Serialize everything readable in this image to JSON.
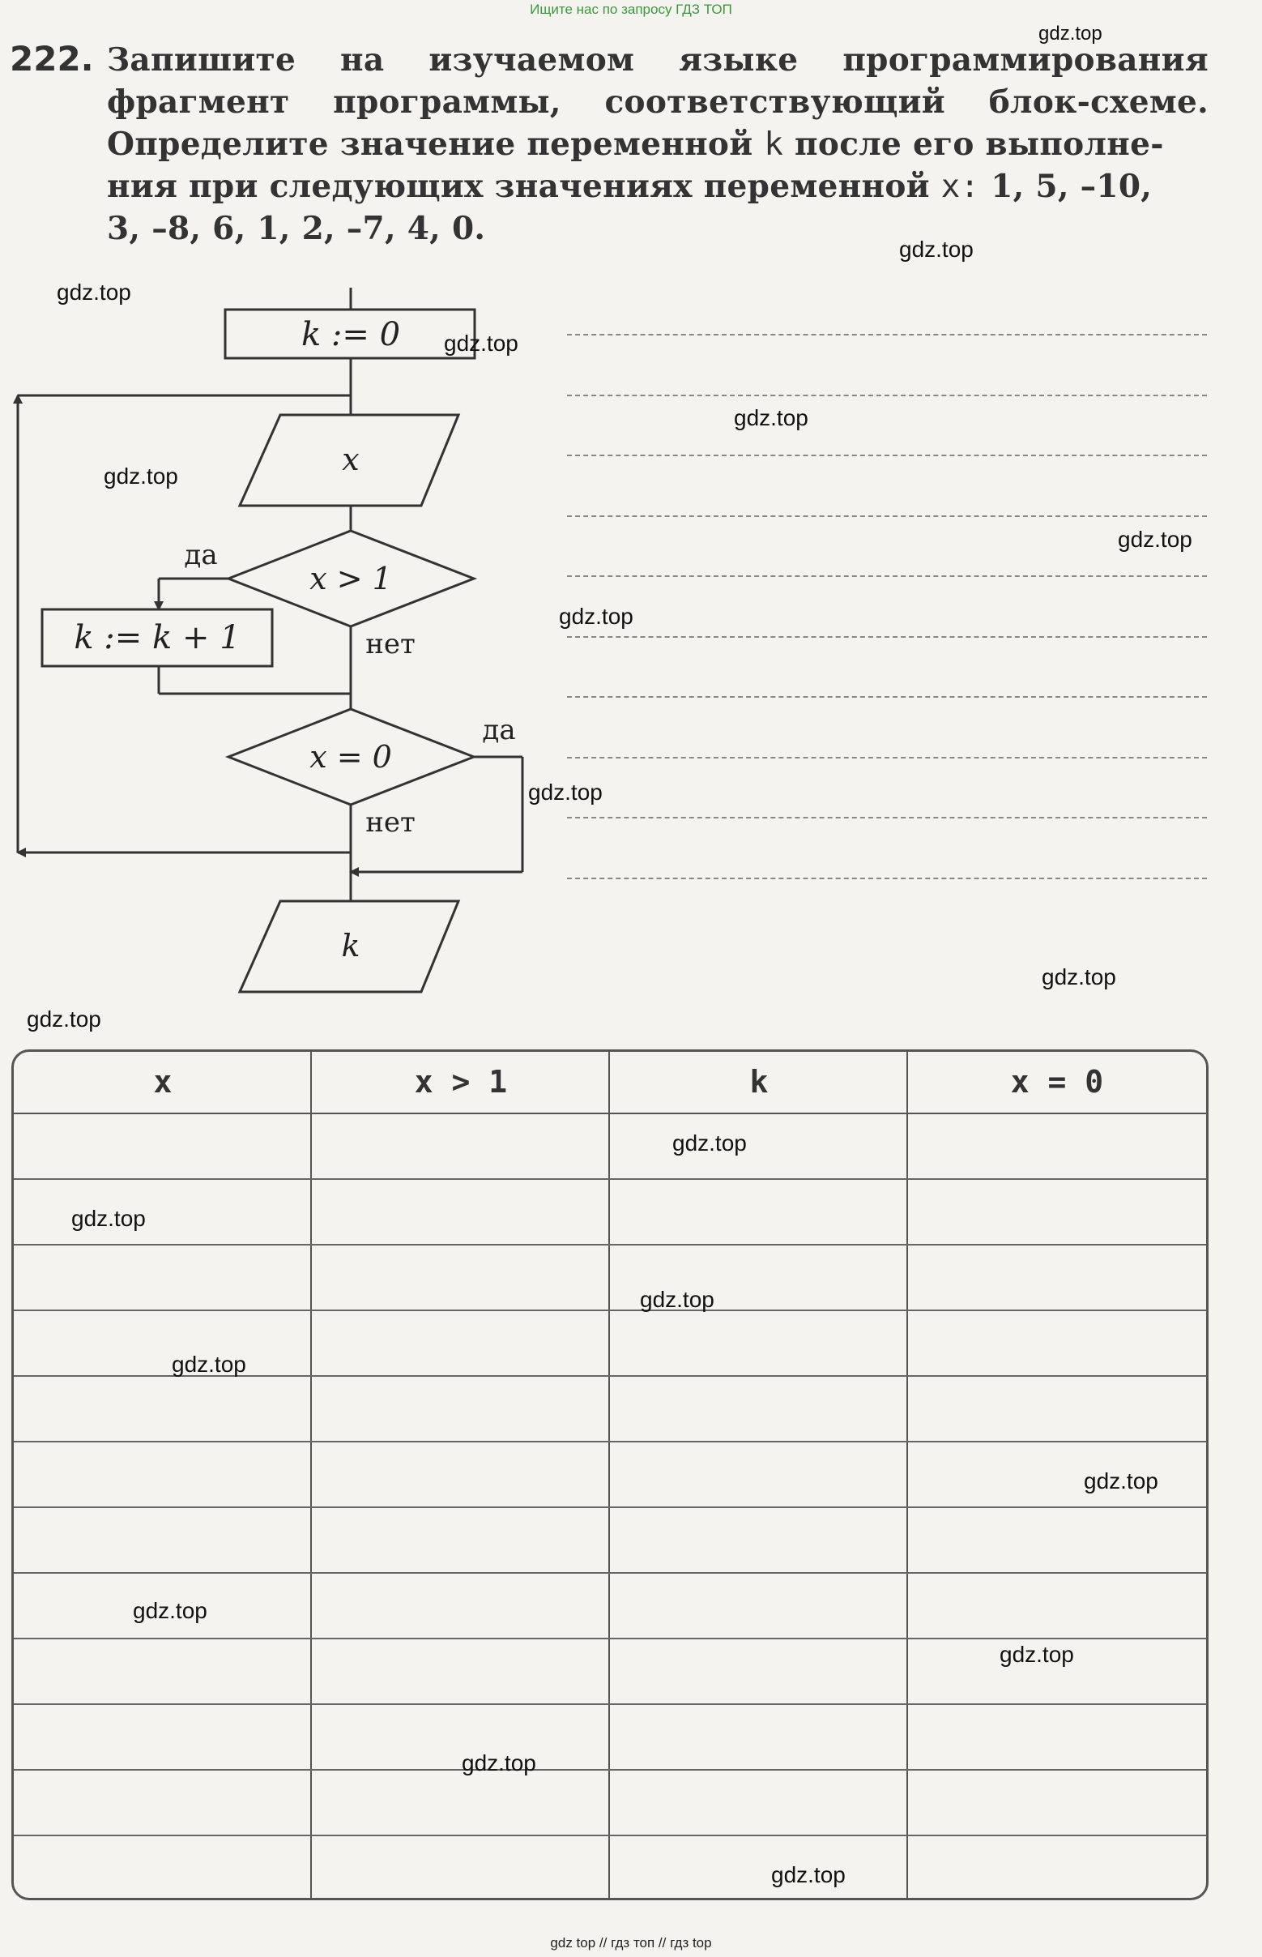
{
  "banner": "Ищите нас по запросу ГДЗ ТОП",
  "task": {
    "number": "222.",
    "line1": [
      "Запишите",
      "на",
      "изучаемом",
      "языке",
      "программирования"
    ],
    "line2": [
      "фрагмент",
      "программы,",
      "соответствующий",
      "блок-схеме."
    ],
    "line3_a": "Определите значение переменной",
    "line3_var": "k",
    "line3_b": "после его выполне-",
    "line4_a": "ния при следующих значениях переменной",
    "line4_var": "x:",
    "line4_b": "1, 5, –10,",
    "line5": "3, –8, 6, 1, 2, –7, 4, 0."
  },
  "flowchart": {
    "init": "k := 0",
    "input": "x",
    "cond1": "x > 1",
    "yes1": "да",
    "no1": "нет",
    "action": "k := k + 1",
    "cond2": "x = 0",
    "yes2": "да",
    "no2": "нет",
    "output": "k"
  },
  "answer_lines_count": 10,
  "table": {
    "headers": [
      "x",
      "x > 1",
      "k",
      "x = 0"
    ],
    "rows": 12
  },
  "watermarks": [
    "gdz.top",
    "gdz.top",
    "gdz.top",
    "gdz.top",
    "gdz.top",
    "gdz.top",
    "gdz.top",
    "gdz.top",
    "gdz.top",
    "gdz.top",
    "gdz.top",
    "gdz.top",
    "gdz.top",
    "gdz.top",
    "gdz.top",
    "gdz.top",
    "gdz.top",
    "gdz.top",
    "gdz.top",
    "gdz.top"
  ],
  "footer": "gdz top  //  гдз топ  //  гдз top"
}
